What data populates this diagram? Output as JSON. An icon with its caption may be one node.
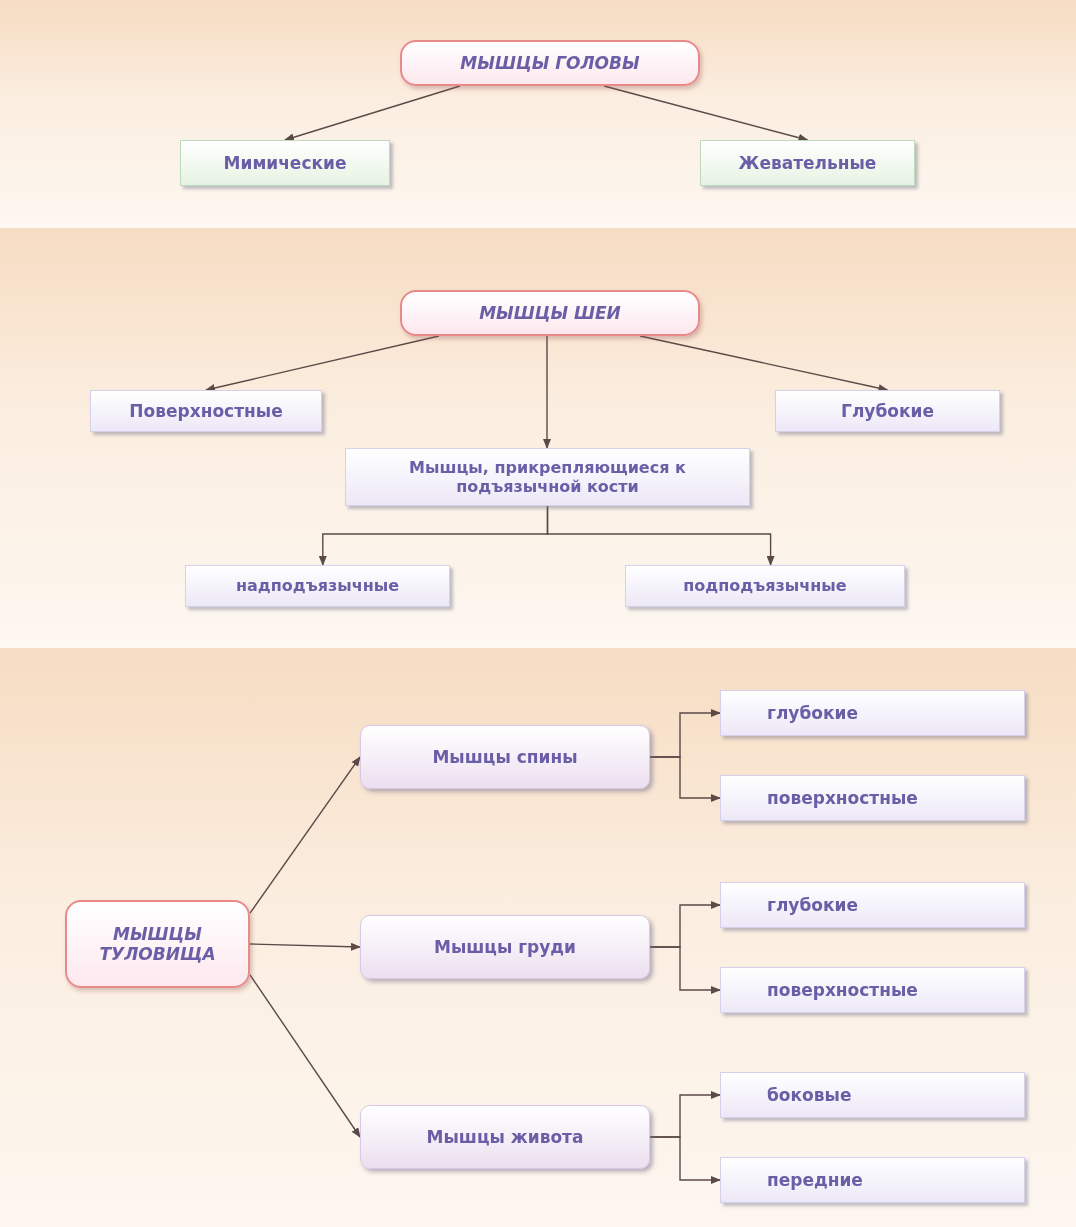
{
  "diagram": {
    "nodes": [
      {
        "text": [
          "МЫШЦЫ ГОЛОВЫ"
        ]
      },
      {
        "text": [
          "Мимические"
        ]
      },
      {
        "text": [
          "Жевательные"
        ]
      },
      {
        "text": [
          "МЫШЦЫ ШЕИ"
        ]
      },
      {
        "text": [
          "Поверхностные"
        ]
      },
      {
        "text": [
          "Глубокие"
        ]
      },
      {
        "text": [
          "Мышцы, прикрепляющиеся к подъязычной кости"
        ]
      },
      {
        "text": [
          "надподъязычные"
        ]
      },
      {
        "text": [
          "подподъязычные"
        ]
      },
      {
        "text": [
          "МЫШЦЫ ТУЛОВИЩА"
        ]
      },
      {
        "text": [
          "Мышцы спины"
        ]
      },
      {
        "text": [
          "глубокие"
        ]
      },
      {
        "text": [
          "поверхностные"
        ]
      },
      {
        "text": [
          "Мышцы груди"
        ]
      },
      {
        "text": [
          "глубокие"
        ]
      },
      {
        "text": [
          "поверхностные"
        ]
      },
      {
        "text": [
          "Мышцы живота"
        ]
      },
      {
        "text": [
          "боковые"
        ]
      },
      {
        "text": [
          "передние"
        ]
      }
    ],
    "edges": [
      {
        "from": 0,
        "to": 1,
        "arrow": "to"
      },
      {
        "from": 0,
        "to": 2,
        "arrow": "to"
      },
      {
        "from": 3,
        "to": 4,
        "arrow": "to"
      },
      {
        "from": 3,
        "to": 6,
        "arrow": "to"
      },
      {
        "from": 3,
        "to": 5,
        "arrow": "to"
      },
      {
        "from": 6,
        "to": 7,
        "arrow": "to"
      },
      {
        "from": 6,
        "to": 8,
        "arrow": "to"
      },
      {
        "from": 9,
        "to": 10,
        "arrow": "to"
      },
      {
        "from": 9,
        "to": 13,
        "arrow": "to"
      },
      {
        "from": 9,
        "to": 16,
        "arrow": "to"
      },
      {
        "from": 10,
        "to": 11,
        "arrow": "to"
      },
      {
        "from": 10,
        "to": 12,
        "arrow": "to"
      },
      {
        "from": 13,
        "to": 14,
        "arrow": "to"
      },
      {
        "from": 13,
        "to": 15,
        "arrow": "to"
      },
      {
        "from": 16,
        "to": 17,
        "arrow": "to"
      },
      {
        "from": 16,
        "to": 18,
        "arrow": "to"
      }
    ]
  }
}
